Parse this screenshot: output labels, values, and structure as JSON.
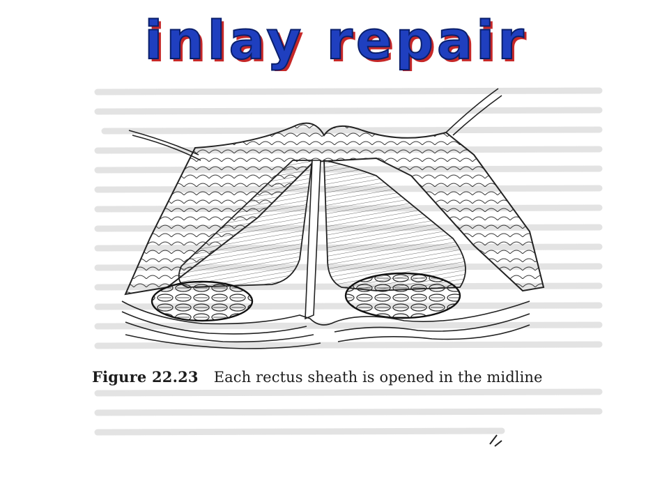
{
  "slide": {
    "title": "inlay repair",
    "title_colors": {
      "fill": "#1f3fbf",
      "shadow": "#c62828",
      "outline": "#0a1f6b"
    },
    "figure": {
      "label": "Figure 22.23",
      "caption": "Each rectus sheath is opened in the midline"
    }
  }
}
